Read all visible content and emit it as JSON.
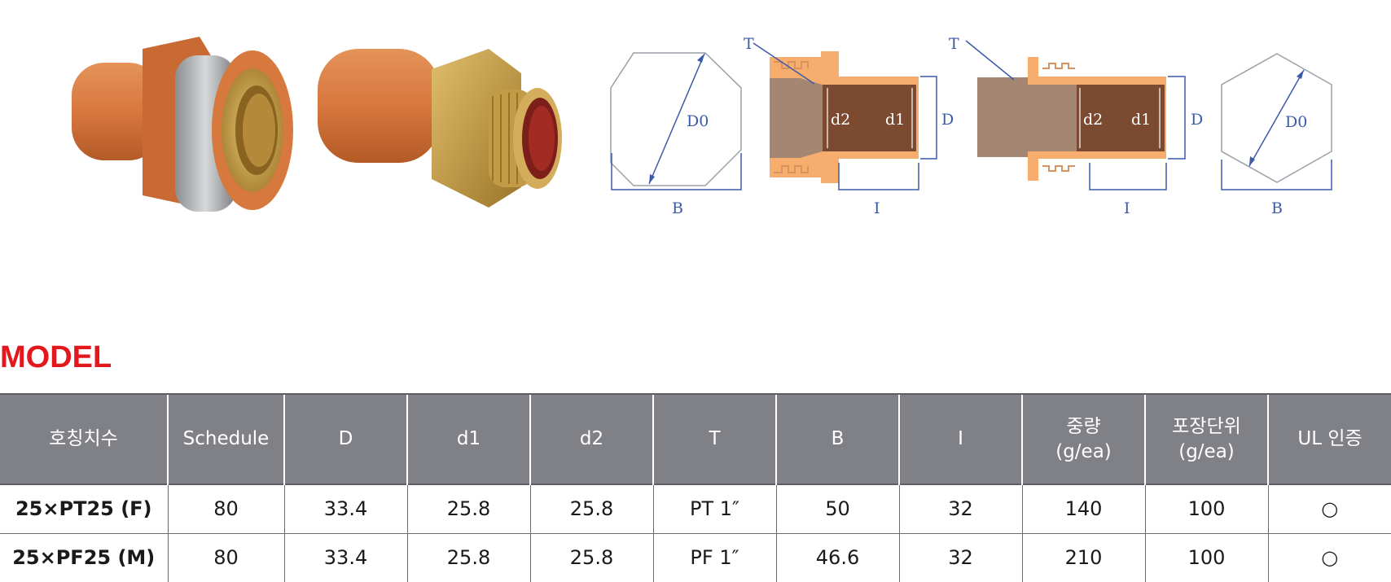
{
  "diagram_labels": {
    "T": "T",
    "D0": "D0",
    "B": "B",
    "D": "D",
    "d1": "d1",
    "d2": "d2",
    "I": "I"
  },
  "colors": {
    "pipe_orange": "#d7783f",
    "brass": "#c9a34a",
    "section_orange": "#f6ad6e",
    "section_brown": "#7b4a31",
    "dim_blue": "#3a5aa8",
    "header_gray": "#808186",
    "title_red": "#e3171c"
  },
  "model": {
    "title": "MODEL",
    "headers": [
      "호칭치수",
      "Schedule",
      "D",
      "d1",
      "d2",
      "T",
      "B",
      "I",
      "중량\n(g/ea)",
      "포장단위\n(g/ea)",
      "UL 인증"
    ],
    "rows": [
      [
        "25×PT25 (F)",
        "80",
        "33.4",
        "25.8",
        "25.8",
        "PT 1″",
        "50",
        "32",
        "140",
        "100",
        "○"
      ],
      [
        "25×PF25 (M)",
        "80",
        "33.4",
        "25.8",
        "25.8",
        "PF 1″",
        "46.6",
        "32",
        "210",
        "100",
        "○"
      ]
    ]
  }
}
